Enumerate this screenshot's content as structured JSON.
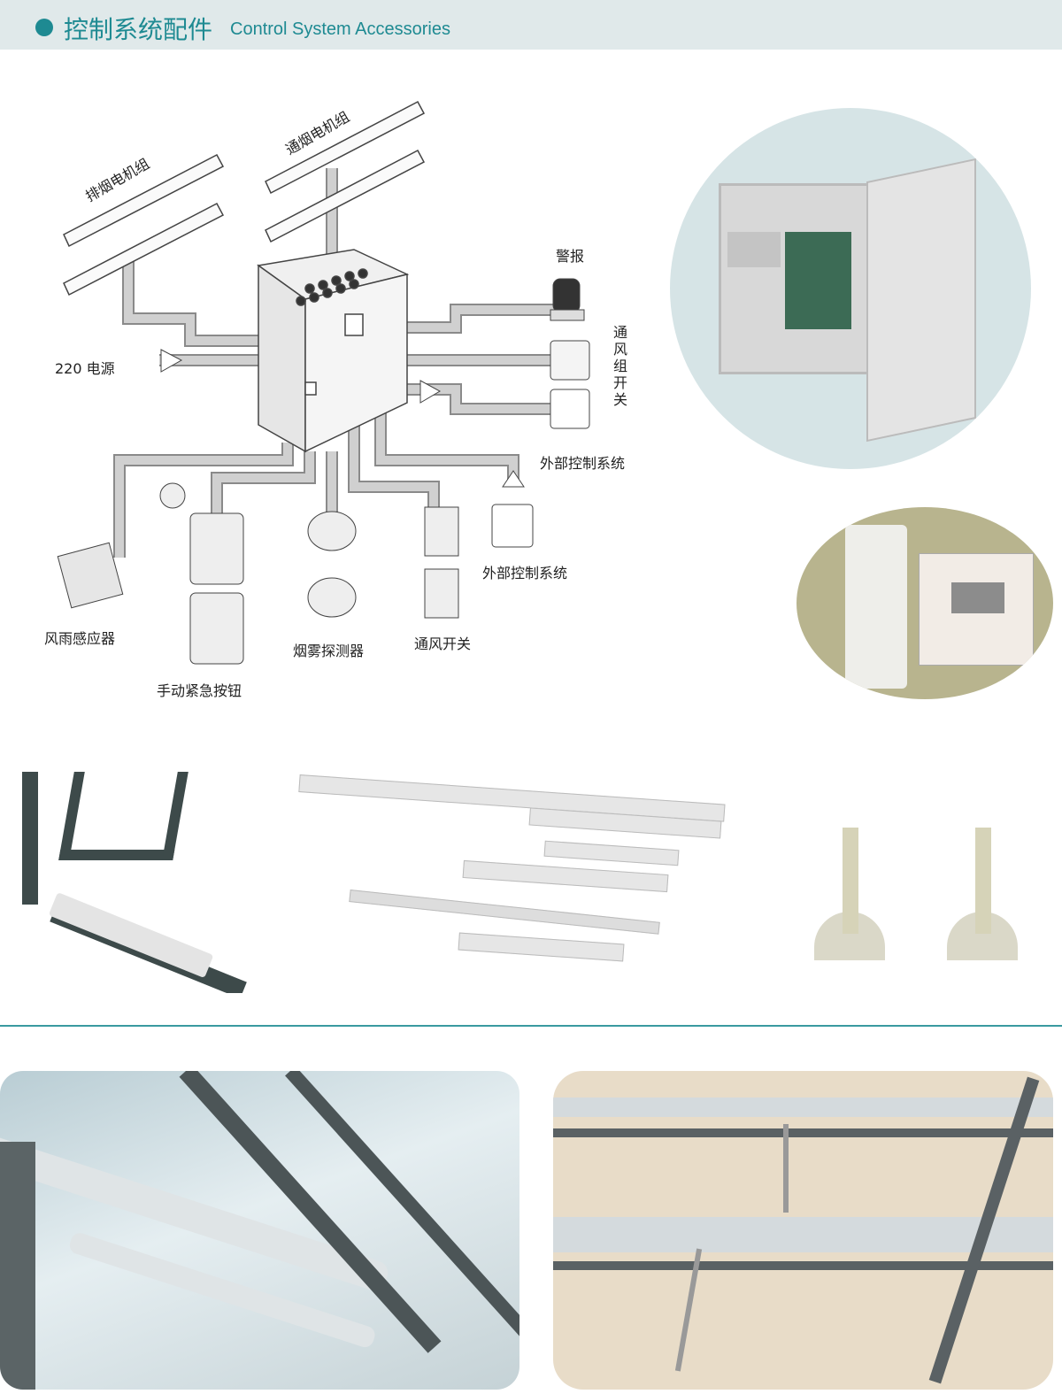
{
  "header": {
    "title_cn": "控制系统配件",
    "title_en": "Control System Accessories"
  },
  "diagram": {
    "labels": {
      "exhaust_motor_group": "排烟电机组",
      "vent_motor_group": "通烟电机组",
      "alarm": "警报",
      "vent_group_switch": "通风组开关",
      "power_220": "220 电源",
      "external_control_1": "外部控制系统",
      "external_control_2": "外部控制系统",
      "wind_rain_sensor": "风雨感应器",
      "manual_emergency_button": "手动紧急按钮",
      "smoke_detector": "烟雾探测器",
      "vent_switch": "通风开关"
    }
  },
  "colors": {
    "accent": "#1e8a92",
    "header_bg": "#e0e9ea",
    "conduit": "#c8c8c8"
  }
}
